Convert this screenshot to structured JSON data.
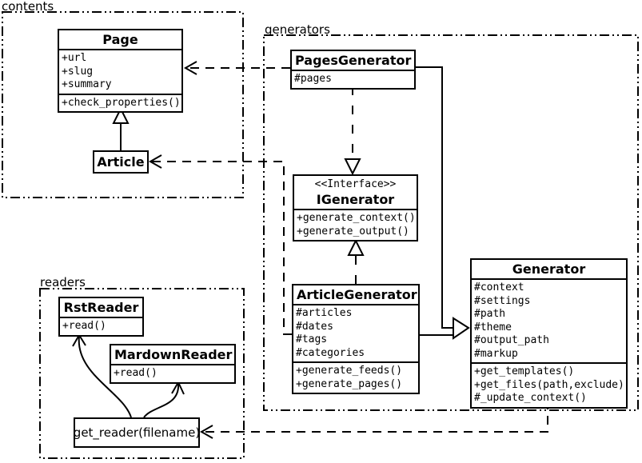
{
  "packages": {
    "contents": {
      "label": "contents"
    },
    "generators": {
      "label": "generators"
    },
    "readers": {
      "label": "readers"
    }
  },
  "classes": {
    "page": {
      "name": "Page",
      "attributes": [
        "+url",
        "+slug",
        "+summary"
      ],
      "methods": [
        "+check_properties()"
      ]
    },
    "article": {
      "name": "Article"
    },
    "pages_generator": {
      "name": "PagesGenerator",
      "attributes": [
        "#pages"
      ]
    },
    "igenerator": {
      "stereotype": "<<Interface>>",
      "name": "IGenerator",
      "methods": [
        "+generate_context()",
        "+generate_output()"
      ]
    },
    "article_generator": {
      "name": "ArticleGenerator",
      "attributes": [
        "#articles",
        "#dates",
        "#tags",
        "#categories"
      ],
      "methods": [
        "+generate_feeds()",
        "+generate_pages()"
      ]
    },
    "generator": {
      "name": "Generator",
      "attributes": [
        "#context",
        "#settings",
        "#path",
        "#theme",
        "#output_path",
        "#markup"
      ],
      "methods": [
        "+get_templates()",
        "+get_files(path,exclude)",
        "#_update_context()"
      ]
    },
    "rst_reader": {
      "name": "RstReader",
      "methods": [
        "+read()"
      ]
    },
    "mardown_reader": {
      "name": "MardownReader",
      "methods": [
        "+read()"
      ]
    },
    "get_reader": {
      "label": "get_reader(filename)"
    }
  },
  "relationships": [
    {
      "from": "Article",
      "to": "Page",
      "type": "inheritance"
    },
    {
      "from": "PagesGenerator",
      "to": "Page",
      "type": "dependency"
    },
    {
      "from": "ArticleGenerator",
      "to": "Article",
      "type": "dependency"
    },
    {
      "from": "PagesGenerator",
      "to": "IGenerator",
      "type": "realization"
    },
    {
      "from": "ArticleGenerator",
      "to": "IGenerator",
      "type": "realization"
    },
    {
      "from": "PagesGenerator",
      "to": "Generator",
      "type": "inheritance"
    },
    {
      "from": "ArticleGenerator",
      "to": "Generator",
      "type": "inheritance"
    },
    {
      "from": "Generator",
      "to": "get_reader(filename)",
      "type": "dependency"
    },
    {
      "from": "get_reader(filename)",
      "to": "RstReader",
      "type": "arrow"
    },
    {
      "from": "get_reader(filename)",
      "to": "MardownReader",
      "type": "arrow"
    }
  ],
  "colors": {
    "line": "#000000",
    "fill": "#ffffff"
  }
}
